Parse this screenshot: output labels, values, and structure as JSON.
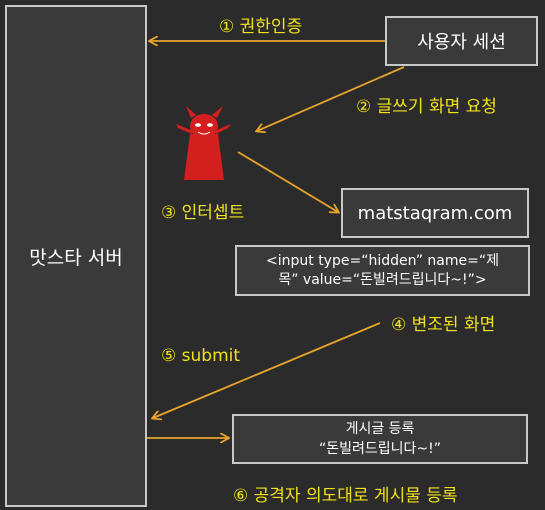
{
  "server": {
    "label": "맛스타 서버"
  },
  "session": {
    "label": "사용자 세션"
  },
  "domain": {
    "label": "matstaqram.com"
  },
  "injected_input": {
    "line1": "<input type=“hidden” name=“제",
    "line2": "목” value=“돈빌려드립니다~!”>"
  },
  "post": {
    "line1": "게시글 등록",
    "line2": "“돈빌려드립니다~!”"
  },
  "steps": [
    {
      "label": "① 권한인증"
    },
    {
      "label": "② 글쓰기 화면 요청"
    },
    {
      "label": "③ 인터셉트"
    },
    {
      "label": "④ 변조된 화면"
    },
    {
      "label": "⑤ submit"
    },
    {
      "label": "⑥ 공격자 의도대로 게시물 등록"
    }
  ],
  "colors": {
    "arrow": "#e8a52a",
    "step_label": "#f2e21b",
    "attacker": "#d41f1f"
  },
  "icons": {
    "attacker": "red-devil-icon"
  }
}
